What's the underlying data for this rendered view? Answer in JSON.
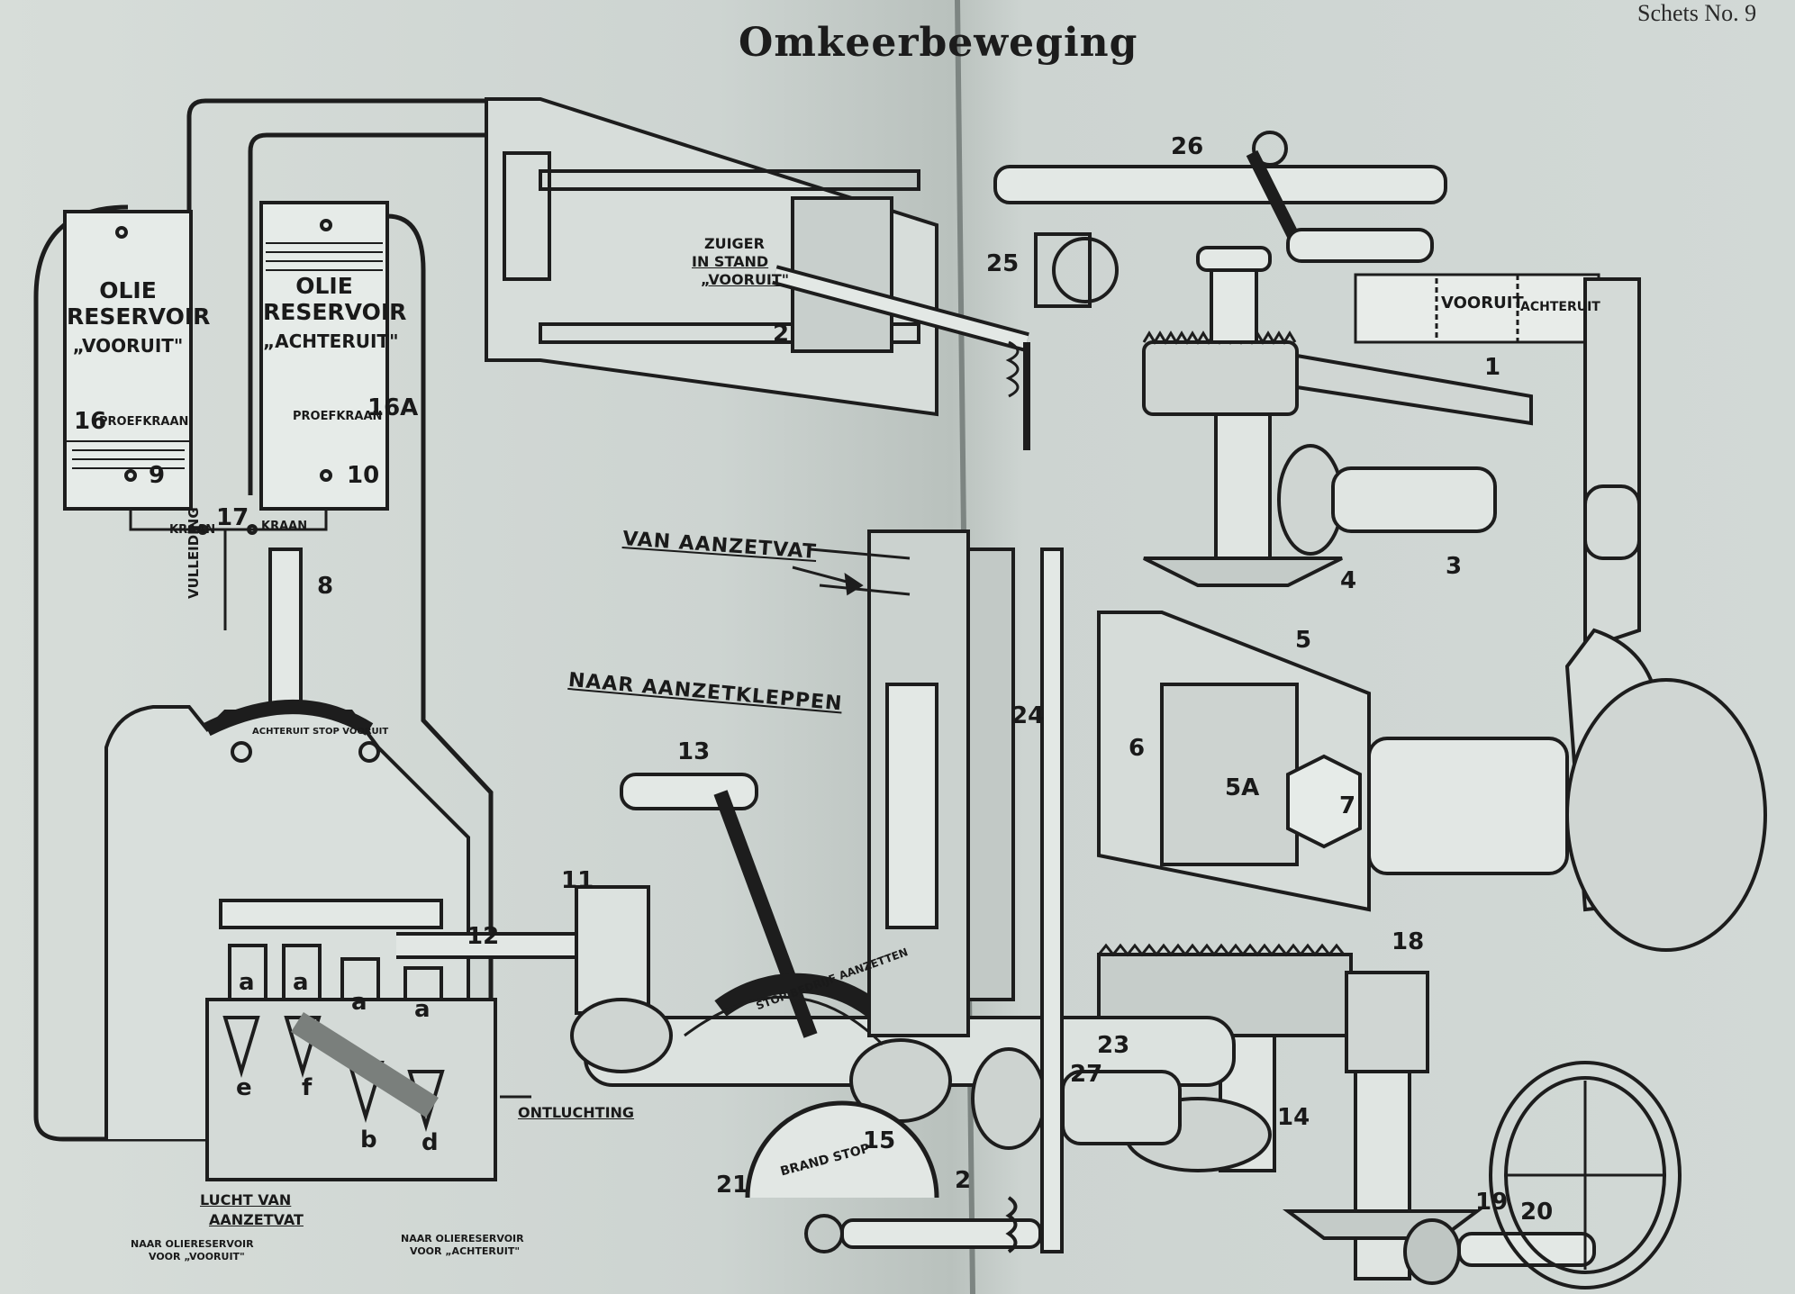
{
  "title": "Omkeerbeweging",
  "sketch_no": "Schets No. 9",
  "reservoirs": {
    "left": {
      "line1": "OLIE",
      "line2": "RESERVOIR",
      "line3": "„VOORUIT\"",
      "tap_num": "16",
      "tap_label": "PROEFKRAAN",
      "bottom_num": "9"
    },
    "right": {
      "line1": "OLIE",
      "line2": "RESERVOIR",
      "line3": "„ACHTERUIT\"",
      "tap_num": "16A",
      "tap_label": "PROEFKRAAN",
      "bottom_num": "10"
    }
  },
  "pipework": {
    "n17": "17",
    "kraan_left": "KRAAN",
    "kraan_right": "KRAAN",
    "vulleiding": "VULLEIDING"
  },
  "valve_block": {
    "lever_text": "ACHTERUIT  STOP  VOORUIT",
    "valves_top": [
      "a",
      "a",
      "a",
      "a"
    ],
    "valves_bottom": [
      "e",
      "f",
      "b",
      "d"
    ],
    "ontluchting": "ONTLUCHTING",
    "lucht_van": "LUCHT VAN",
    "aanzetvat": "AANZETVAT",
    "naar_vooruit_1": "NAAR OLIERESERVOIR",
    "naar_vooruit_2": "VOOR „VOORUIT\"",
    "naar_achteruit_1": "NAAR OLIERESERVOIR",
    "naar_achteruit_2": "VOOR „ACHTERUIT\""
  },
  "cylinder": {
    "zuiger_1": "ZUIGER",
    "zuiger_2": "IN STAND",
    "zuiger_3": "„VOORUIT\""
  },
  "annotations": {
    "van_aanzetvat": "VAN AANZETVAT",
    "naar_aanzetkleppen": "NAAR AANZETKLEPPEN",
    "stop_bedrijf": "STOP  BEDRIJF  AANZETTEN",
    "brand_stop": "BRAND  STOP",
    "indicator_vooruit": "VOORUIT",
    "indicator_achteruit": "ACHTERUIT"
  },
  "numbers": {
    "n1": "1",
    "n2": "2",
    "n2b": "2",
    "n3": "3",
    "n4": "4",
    "n5": "5",
    "n5a": "5A",
    "n6": "6",
    "n7": "7",
    "n8": "8",
    "n11": "11",
    "n12": "12",
    "n13": "13",
    "n14": "14",
    "n15": "15",
    "n18": "18",
    "n19": "19",
    "n20": "20",
    "n21": "21",
    "n23": "23",
    "n24": "24",
    "n25": "25",
    "n26": "26",
    "n27": "27"
  }
}
